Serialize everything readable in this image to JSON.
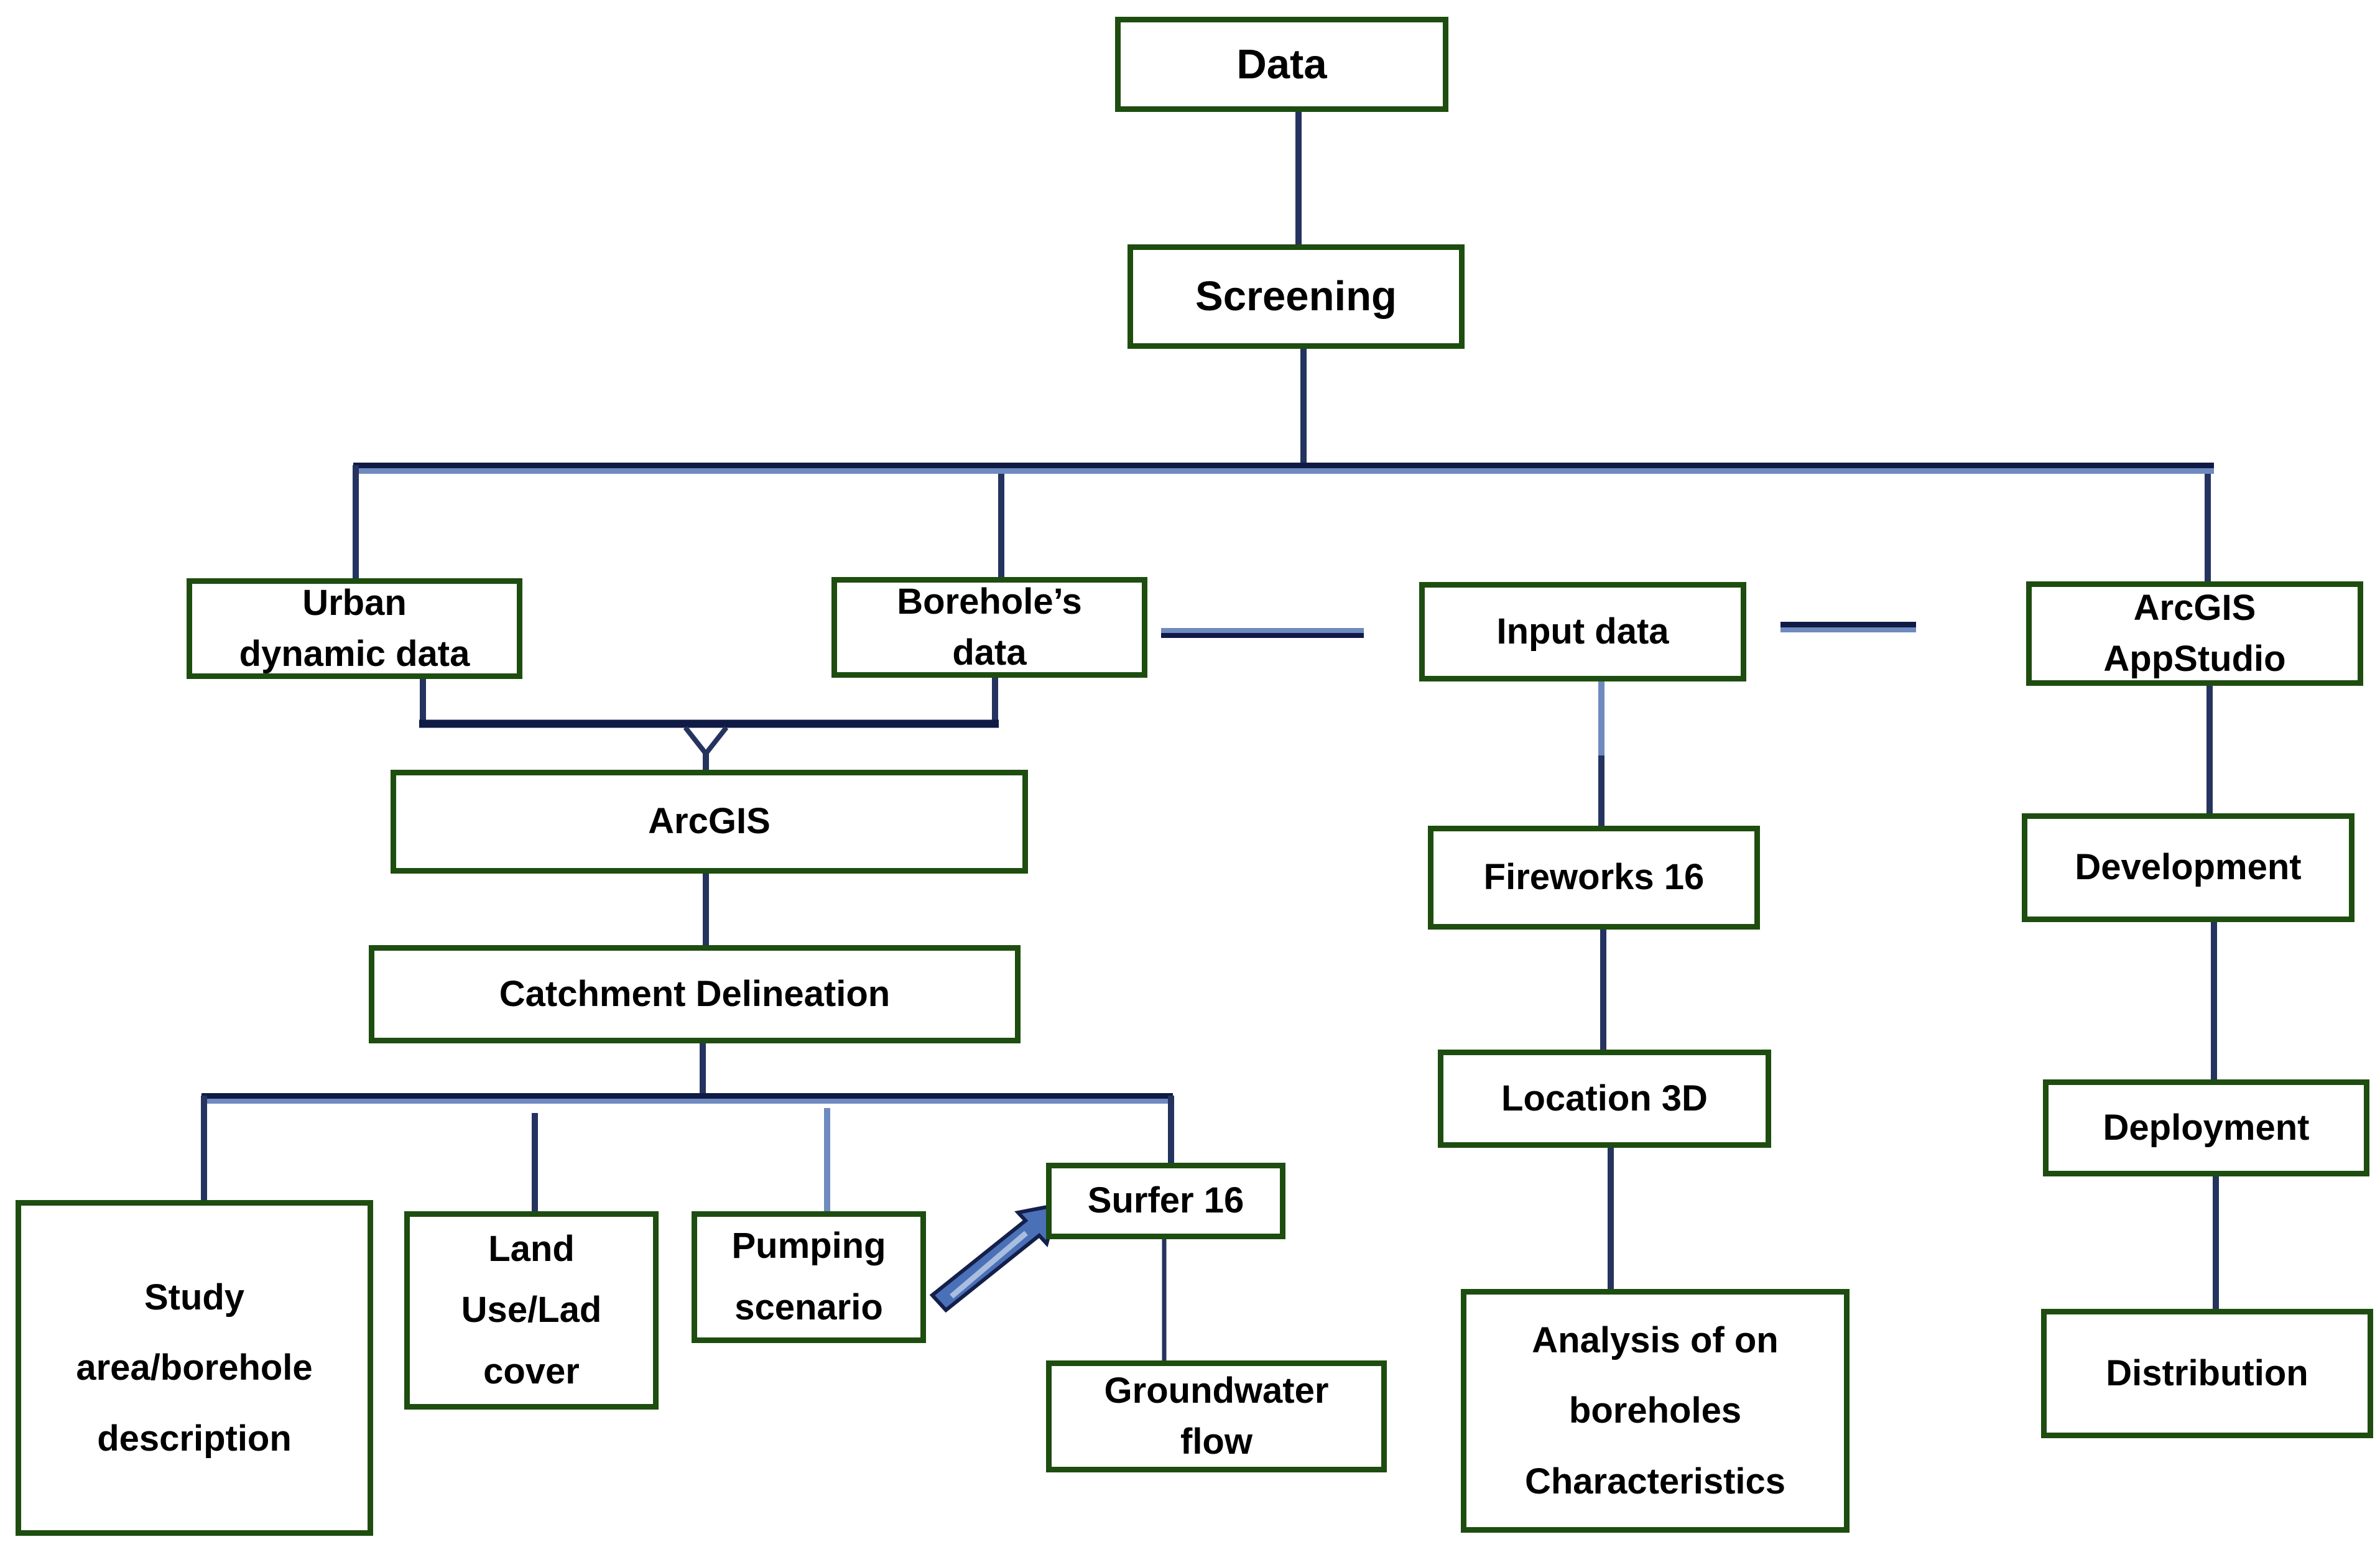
{
  "diagram_title": "Data processing workflow flowchart",
  "colors": {
    "box_border": "#1e4d10",
    "connector": "#25335f",
    "connector_dark": "#0f1b45",
    "connector_light": "#6f8abf",
    "arrow_fill": "#4a70b8",
    "arrow_highlight": "#a9bede",
    "arrow_outline": "#141f4a",
    "text": "#000000",
    "background": "#ffffff"
  },
  "nodes": {
    "data": "Data",
    "screening": "Screening",
    "urban_dynamic_data": "Urban\ndynamic data",
    "boreholes_data": "Borehole’s\ndata",
    "input_data": "Input data",
    "arcgis_appstudio": "ArcGIS\nAppStudio",
    "arcgis": "ArcGIS",
    "catchment_delineation": "Catchment Delineation",
    "study_area": "Study\narea/borehole\ndescription",
    "land_use": "Land\nUse/Lad\ncover",
    "pumping_scenario": "Pumping\nscenario",
    "surfer_16": "Surfer 16",
    "groundwater_flow": "Groundwater\nflow",
    "fireworks_16": "Fireworks 16",
    "location_3d": "Location 3D",
    "analysis_boreholes": "Analysis of on\nboreholes\nCharacteristics",
    "development": "Development",
    "deployment": "Deployment",
    "distribution": "Distribution"
  },
  "edges": [
    "Data -> Screening",
    "Screening -> Urban dynamic data",
    "Screening -> Borehole's data",
    "Screening -> ArcGIS AppStudio",
    "Borehole's data -- Input data",
    "Input data -- ArcGIS AppStudio",
    "Urban dynamic data + Borehole's data -> ArcGIS",
    "ArcGIS -> Catchment Delineation",
    "Catchment Delineation -> Study area/borehole description",
    "Catchment Delineation -> Land Use/Lad cover",
    "Catchment Delineation -> Pumping scenario",
    "Catchment Delineation -> Surfer 16",
    "Pumping scenario -> Surfer 16",
    "Surfer 16 -> Groundwater flow",
    "Input data -> Fireworks 16",
    "Fireworks 16 -> Location 3D",
    "Location 3D -> Analysis of on boreholes Characteristics",
    "ArcGIS AppStudio -> Development",
    "Development -> Deployment",
    "Deployment -> Distribution"
  ]
}
